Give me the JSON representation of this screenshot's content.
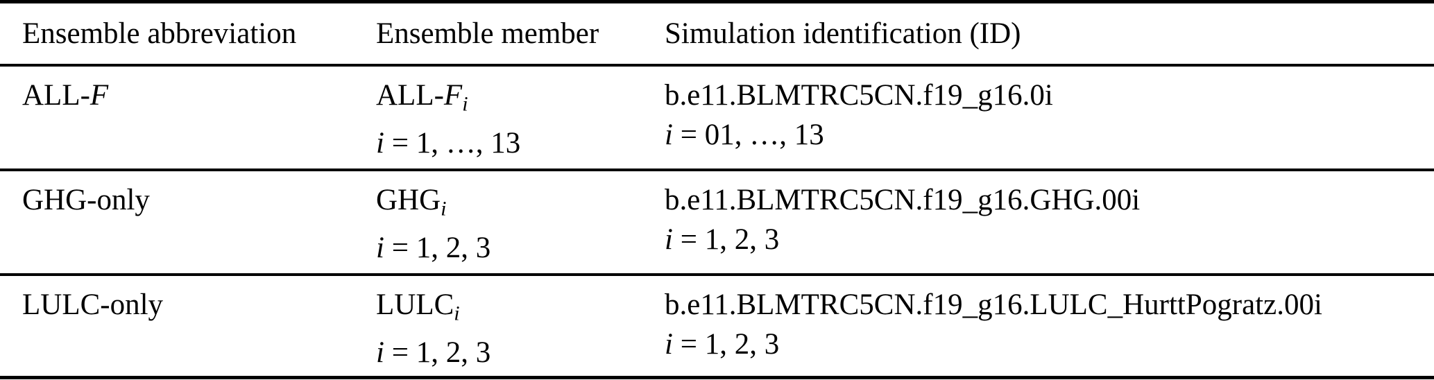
{
  "colors": {
    "text": "#000000",
    "background": "#ffffff",
    "rule": "#000000"
  },
  "table": {
    "columns": [
      {
        "label": "Ensemble abbreviation"
      },
      {
        "label": "Ensemble member"
      },
      {
        "label": "Simulation identification (ID)"
      }
    ],
    "rows": [
      {
        "abbr_base": "ALL-",
        "abbr_italic": "F",
        "member_base": "ALL-",
        "member_italic": "F",
        "member_sub": "i",
        "member_index_var": "i",
        "member_index_rest": " = 1, …, 13",
        "id_code": "b.e11.BLMTRC5CN.f19_g16.0i",
        "id_index_var": "i",
        "id_index_rest": " = 01, …, 13"
      },
      {
        "abbr_base": "GHG-only",
        "abbr_italic": "",
        "member_base": "GHG",
        "member_italic": "",
        "member_sub": "i",
        "member_index_var": "i",
        "member_index_rest": " = 1, 2, 3",
        "id_code": "b.e11.BLMTRC5CN.f19_g16.GHG.00i",
        "id_index_var": "i",
        "id_index_rest": " = 1, 2, 3"
      },
      {
        "abbr_base": "LULC-only",
        "abbr_italic": "",
        "member_base": "LULC",
        "member_italic": "",
        "member_sub": "i",
        "member_index_var": "i",
        "member_index_rest": " = 1, 2, 3",
        "id_code": "b.e11.BLMTRC5CN.f19_g16.LULC_HurttPogratz.00i",
        "id_index_var": "i",
        "id_index_rest": " = 1, 2, 3"
      }
    ]
  }
}
